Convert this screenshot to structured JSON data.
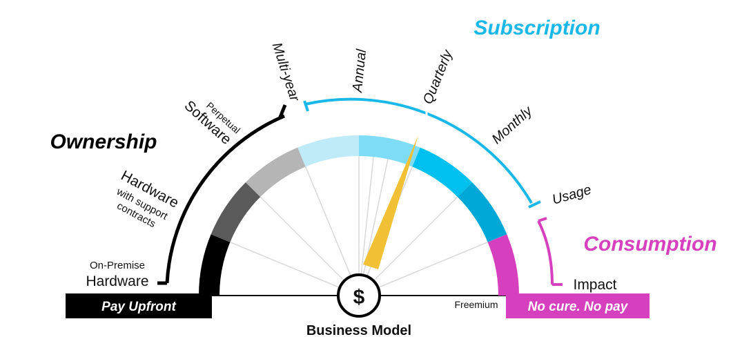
{
  "diagram": {
    "center_title": "Business Model",
    "center_symbol": "$",
    "left_bar_label": "Pay Upfront",
    "right_bar_label": "No cure. No pay",
    "freemium_label": "Freemium",
    "categories": {
      "ownership": "Ownership",
      "subscription": "Subscription",
      "consumption": "Consumption"
    },
    "labels": {
      "on_premise_small": "On-Premise",
      "on_premise_large": "Hardware",
      "hardware": "Hardware",
      "with_support": "with support",
      "contracts": "contracts",
      "perpetual": "Perpetual",
      "software": "Software",
      "multi_year": "Multi-year",
      "annual": "Annual",
      "quarterly": "Quarterly",
      "monthly": "Monthly",
      "usage": "Usage",
      "impact": "Impact"
    },
    "segment_colors": [
      "#000000",
      "#5a5a5a",
      "#b5b5b5",
      "#bfeaf7",
      "#7fdcf7",
      "#00c0f0",
      "#00a8d8",
      "#d63fbe"
    ],
    "colors": {
      "ownership": "#000000",
      "subscription": "#1ab8e8",
      "consumption": "#d63fbe",
      "needle": "#f2c034",
      "spoke": "#d8d8d8"
    }
  }
}
